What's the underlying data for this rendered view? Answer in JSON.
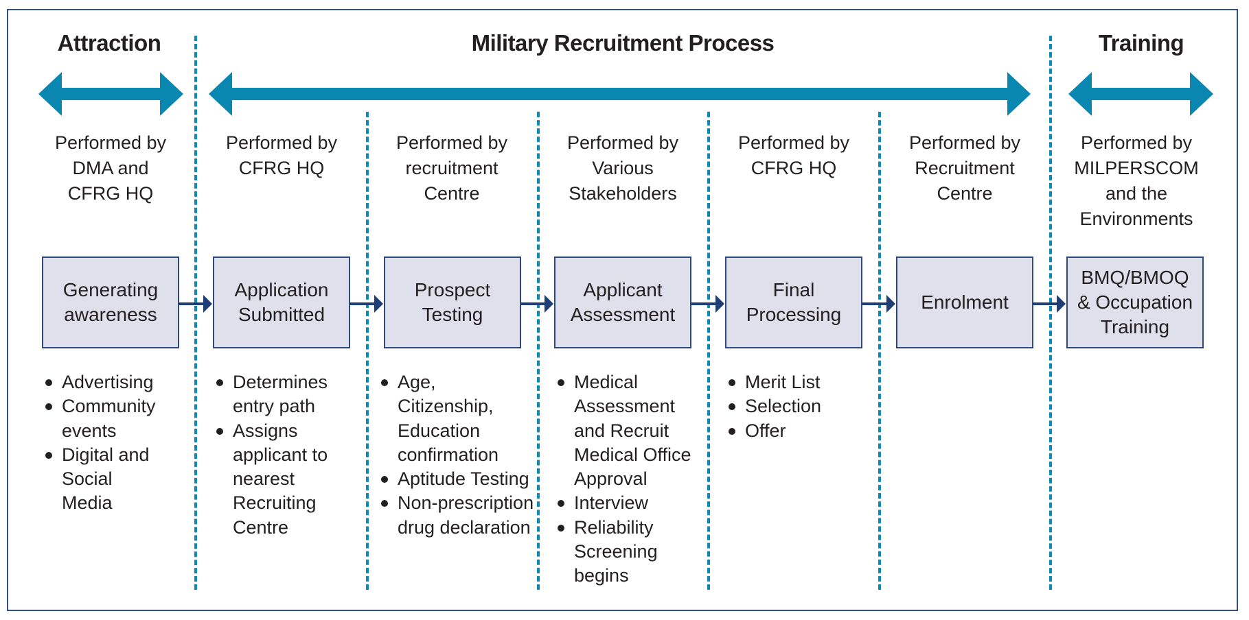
{
  "colors": {
    "span_arrow": "#0a87b1",
    "divider": "#0e8ab3",
    "box_fill": "#dfe0eb",
    "box_border": "#2c4a82",
    "flow_arrow": "#1f3e78",
    "frame": "#2f4f8f"
  },
  "phases": [
    {
      "id": "attraction",
      "title": "Attraction"
    },
    {
      "id": "recruitment",
      "title": "Military Recruitment Process"
    },
    {
      "id": "training",
      "title": "Training"
    }
  ],
  "steps": [
    {
      "performer": [
        "Performed by",
        "DMA and",
        "CFRG HQ"
      ],
      "box": [
        "Generating",
        "awareness"
      ],
      "details": [
        "Advertising",
        "Community events",
        "Digital and Social Media"
      ]
    },
    {
      "performer": [
        "Performed by",
        "CFRG HQ"
      ],
      "box": [
        "Application",
        "Submitted"
      ],
      "details": [
        "Determines entry path",
        "Assigns applicant to nearest Recruiting Centre"
      ]
    },
    {
      "performer": [
        "Performed by",
        "recruitment",
        "Centre"
      ],
      "box": [
        "Prospect",
        "Testing"
      ],
      "details": [
        "Age, Citizenship, Education confirmation",
        "Aptitude Testing",
        "Non-prescription drug declaration"
      ]
    },
    {
      "performer": [
        "Performed by",
        "Various",
        "Stakeholders"
      ],
      "box": [
        "Applicant",
        "Assessment"
      ],
      "details": [
        "Medical Assessment and Recruit Medical Office Approval",
        "Interview",
        "Reliability Screening begins"
      ]
    },
    {
      "performer": [
        "Performed by",
        "CFRG HQ"
      ],
      "box": [
        "Final",
        "Processing"
      ],
      "details": [
        "Merit List",
        "Selection",
        "Offer"
      ]
    },
    {
      "performer": [
        "Performed by",
        "Recruitment",
        "Centre"
      ],
      "box": [
        "Enrolment"
      ],
      "details": []
    },
    {
      "performer": [
        "Performed by",
        "MILPERSCOM",
        "and the",
        "Environments"
      ],
      "box": [
        "BMQ/BMOQ",
        "& Occupation",
        "Training"
      ],
      "details": []
    }
  ]
}
